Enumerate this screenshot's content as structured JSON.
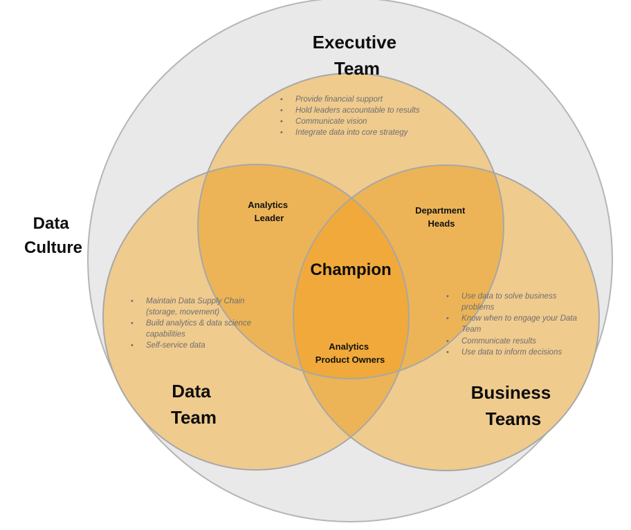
{
  "outer_label": [
    "Data",
    "Culture"
  ],
  "center_label": "Champion",
  "executive": {
    "title": [
      "Executive",
      "Team"
    ],
    "bullets": [
      [
        "Provide financial support"
      ],
      [
        "Hold leaders accountable to results"
      ],
      [
        "Communicate vision"
      ],
      [
        "Integrate data into core strategy"
      ]
    ]
  },
  "data_team": {
    "title": [
      "Data",
      "Team"
    ],
    "bullets": [
      [
        "Maintain Data Supply Chain",
        "(storage, movement)"
      ],
      [
        "Build analytics & data science",
        "capabilities"
      ],
      [
        "Self-service data"
      ]
    ]
  },
  "business": {
    "title": [
      "Business",
      "Teams"
    ],
    "bullets": [
      [
        "Use data to solve business",
        "problems"
      ],
      [
        "Know when to engage your Data",
        "Team"
      ],
      [
        "Communicate results"
      ],
      [
        "Use data to inform decisions"
      ]
    ]
  },
  "overlaps": {
    "exec_data": [
      "Analytics",
      "Leader"
    ],
    "exec_business": [
      "Department",
      "Heads"
    ],
    "data_business": [
      "Analytics",
      "Product Owners"
    ]
  },
  "colors": {
    "outer_fill": "#e9e9e9",
    "outer_stroke": "#b5b5b5",
    "circle_fill": "#f0cb8e",
    "overlap_fill": "#ecb457",
    "center_fill": "#f0a93a",
    "circle_stroke": "#a7a7a7",
    "bullet_text": "#6e6e6e"
  }
}
